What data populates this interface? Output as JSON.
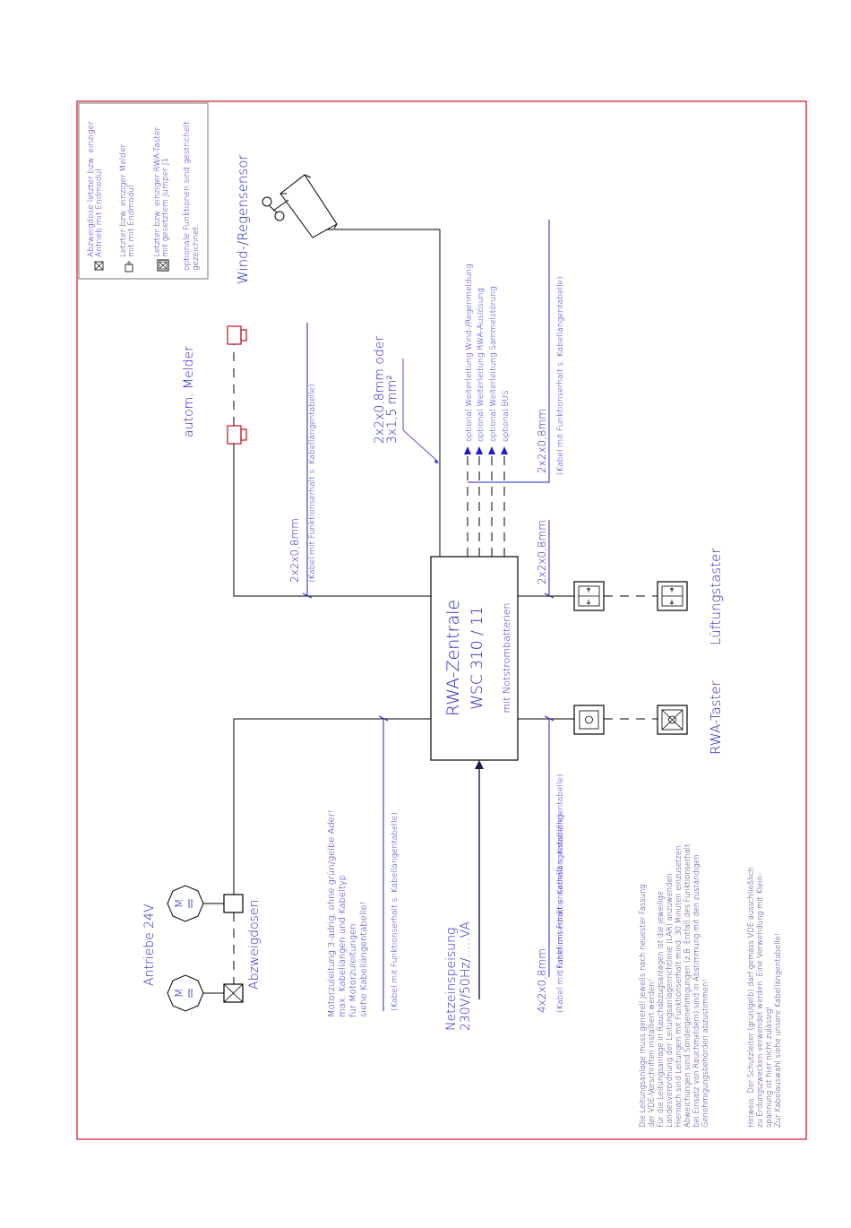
{
  "colors": {
    "frame": "#d0102a",
    "wire": "#000000",
    "annotation": "#1c1cc8",
    "note_text": "#1a1a80",
    "detector": "#c01020"
  },
  "legend": {
    "items": [
      {
        "icon": "junction-box-icon",
        "text1": "Abzweigdose letzter bzw. einziger",
        "text2": "Antrieb mit Endmodul"
      },
      {
        "icon": "detector-icon",
        "text1": "Letzter bzw. einziger Melder",
        "text2": "mit mit Endmodul"
      },
      {
        "icon": "rwa-button-icon",
        "text1": "Letzter bzw. einziger RWA-Taster",
        "text2": "mit gesetztem Jumper J1"
      },
      {
        "icon": "",
        "text1": "optionale Funktionen sind gestrichelt",
        "text2": "gezeichnet."
      }
    ]
  },
  "central": {
    "title": "RWA-Zentrale",
    "model": "WSC 310 / 11",
    "note": "mit Notstrombatterien"
  },
  "wind_sensor": {
    "label": "Wind-/Regensensor"
  },
  "cable_wind": {
    "line1": "2x2x0,8mm oder",
    "line2": "3x1,5 mm²"
  },
  "options": [
    "optional Weiterleitung Wind-/Regenmeldung",
    "optional Weiterleitung RWA-Auslösung",
    "optional Weiterleitung Sammelstörung",
    "optional BUS"
  ],
  "cable_options": {
    "size": "2x2x0,8mm",
    "note": "(Kabel mit Funktionserhalt s. Kabellängentabelle)"
  },
  "detectors": {
    "label": "autom. Melder"
  },
  "cable_detectors": {
    "size": "2x2x0,8mm",
    "note": "(Kabel mit Funktionserhalt s. Kabellängentabelle)",
    "note_right": "(Kabel mit Funktionserhalt s. Kabellängentabelle)"
  },
  "vent": {
    "label": "Lüftungstaster",
    "cable_size": "2x2x0,8mm"
  },
  "rwa": {
    "label": "RWA-Taster",
    "cable_note": "(Kabel mit Funktionserhalt s. Kabellängentabelle)"
  },
  "drives": {
    "label": "Antriebe 24V",
    "junction": "Abzweigdosen",
    "motor_symbol": "M"
  },
  "motor_note": [
    "Motorzuleitung 3-adrig, ohne grün/gelbe Ader!",
    "max. Kabellängen und Kabeltyp",
    "für Motorzuleitungen",
    "siehe Kabellängentabelle!"
  ],
  "motor_cable": "(Kabel mit Funktionserhalt s. Kabellängentabelle)",
  "mains": {
    "line1": "Netzeinspeisung",
    "line2": "230V/50Hz/.....VA"
  },
  "mains_cable": {
    "size": "4x2x0,8mm",
    "note": "(Kabel mit Funktionserhalt s. Kabellängentabelle)"
  },
  "notes1": [
    "Die Leitungsanlage muss generell jeweils nach neuester Fassung",
    "der VDE-Vorschriften installiert werden!",
    "Für die Leitungsanlage in Rauchabzugsanlagen ist die jeweilige",
    "Landesverordnung der Leitungsanlagenrichtlinie (LAR) anzuwenden.",
    "Hiernach sind Leitungen mit Funktionserhalt mind. 30 Minuten einzusetzen.",
    "Abweichungen sind Sondergenehmigungen (z.B. Entfall des Funktionserhalt",
    "bei Einsatz von Rauchmeldern) sind in Abstimmung mit den zuständigen",
    "Genehmigungsbehörden abzustimmen!"
  ],
  "notes2": [
    "Hinweis: Der Schutzleiter (grün/gelb) darf gemäss VDE ausschließlich",
    "zu Erdungszwecken verwendet werden. Eine Verwendung mit Klein-",
    "spannung ist hier nicht zulässig!",
    "Zur Kabelauswahl siehe unsere Kabellängentabelle!"
  ]
}
